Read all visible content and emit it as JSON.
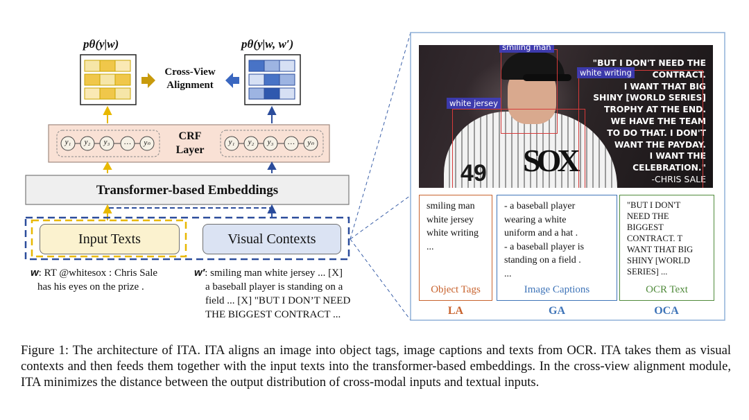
{
  "left_panel": {
    "prob_text": "pθ(y|w)",
    "prob_both": "pθ(y|w, w′)",
    "alignment_line1": "Cross-View",
    "alignment_line2": "Alignment",
    "crf_line1": "CRF",
    "crf_line2": "Layer",
    "crf_tokens": [
      "y₁",
      "y₂",
      "y₃",
      "…",
      "yₙ"
    ],
    "transformer_label": "Transformer-based Embeddings",
    "input_texts_label": "Input Texts",
    "visual_contexts_label": "Visual Contexts",
    "w_symbol": "w",
    "w_text": ": RT @whitesox : Chris Sale",
    "w_text_2": "has his eyes on the prize .",
    "w2_symbol": "w′",
    "w2_text": ": smiling man white jersey ... [X]",
    "w2_text_2": "a baseball player is standing on a",
    "w2_text_3": "field ... [X] \"BUT I DON’T NEED",
    "w2_text_4": "THE BIGGEST CONTRACT ..."
  },
  "image_panel": {
    "quote_lines": [
      "\"BUT I DON'T NEED THE",
      "CONTRACT.",
      "I WANT THAT BIG",
      "SHINY [WORLD SERIES]",
      "TROPHY AT THE END.",
      "WE HAVE THE TEAM",
      "TO DO THAT. I DON'T",
      "WANT THE PAYDAY.",
      "I WANT THE",
      "CELEBRATION.\""
    ],
    "quote_author": "-CHRIS SALE",
    "jersey_number": "49",
    "jersey_logo": "SOX",
    "tags": [
      "smiling man",
      "white jersey",
      "white writing"
    ],
    "object_tags": {
      "body": "smiling man\nwhite jersey\nwhite writing\n...",
      "label": "Object Tags",
      "abbr": "LA"
    },
    "image_captions": {
      "body": "- a baseball player\nwearing a white\nuniform and a hat .\n-  a baseball player is\nstanding on a field .\n...",
      "label": "Image Captions",
      "abbr": "GA"
    },
    "ocr_text": {
      "body": "\"BUT I DON'T\nNEED THE\nBIGGEST\nCONTRACT. T\nWANT THAT BIG\nSHINY [WORLD\nSERIES] ...",
      "label": "OCR Text",
      "abbr": "OCA"
    }
  },
  "caption": "Figure 1: The architecture of ITA. ITA aligns an image into object tags, image captions and texts from OCR. ITA takes them as visual contexts and then feeds them together with the input texts into the transformer-based embeddings. In the cross-view alignment module, ITA minimizes the distance between the output distribution of cross-modal inputs and textual inputs.",
  "colors": {
    "gold": "#e8b800",
    "navy": "#2b4c9b",
    "object_tags": "#c8622d",
    "image_captions": "#3e74b8",
    "ocr_text": "#4f8a3a"
  }
}
